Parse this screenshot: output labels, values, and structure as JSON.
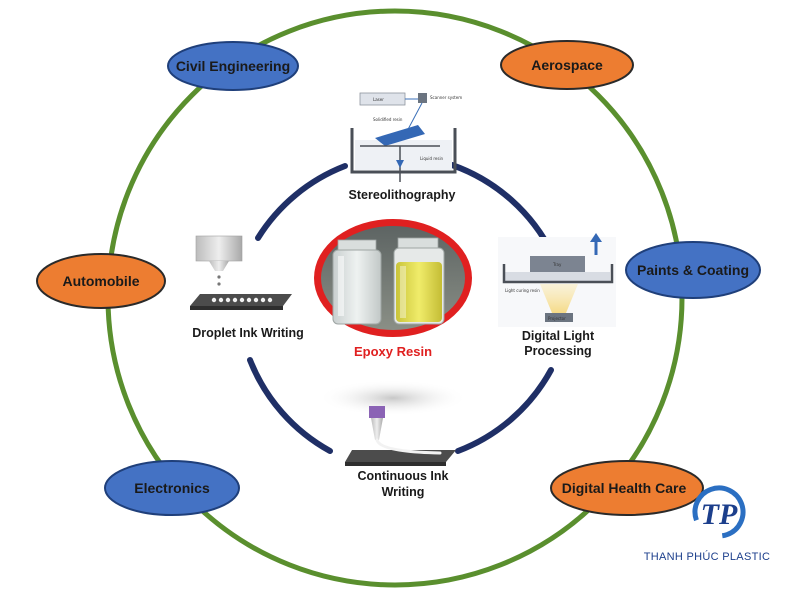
{
  "center": {
    "label": "Epoxy Resin"
  },
  "processes": [
    {
      "id": "stereolithography",
      "lines": [
        "Stereolithography"
      ]
    },
    {
      "id": "digital-light-processing",
      "lines": [
        "Digital Light",
        "Processing"
      ]
    },
    {
      "id": "continuous-ink-writing",
      "lines": [
        "Continuous  Ink",
        "Writing"
      ]
    },
    {
      "id": "droplet-ink-writing",
      "lines": [
        "Droplet Ink Writing"
      ]
    }
  ],
  "applications": [
    {
      "id": "civil-engineering",
      "label": "Civil Engineering",
      "color": "#4472c4"
    },
    {
      "id": "aerospace",
      "label": "Aerospace",
      "color": "#ed7d31"
    },
    {
      "id": "paints-coating",
      "label": "Paints & Coating",
      "color": "#4472c4"
    },
    {
      "id": "digital-health-care",
      "label": "Digital Health Care",
      "color": "#ed7d31"
    },
    {
      "id": "electronics",
      "label": "Electronics",
      "color": "#4472c4"
    },
    {
      "id": "automobile",
      "label": "Automobile",
      "color": "#ed7d31"
    }
  ],
  "sla_diagram_labels": {
    "laser": "Laser",
    "scanner": "Scanner system",
    "solidified": "Solidified resin",
    "liquid": "Liquid resin"
  },
  "dlp_diagram_labels": {
    "tray": "Tray",
    "light_cure": "Light curing resin",
    "projector": "Projector"
  },
  "logo": {
    "monogram": "TP",
    "brand": "THANH PHÚC PLASTIC"
  },
  "colors": {
    "outer_ring": "#5a8f2e",
    "inner_ring": "#1f2f66",
    "blue_fill": "#4472c4",
    "orange_fill": "#ed7d31",
    "center_border": "#e02020"
  }
}
